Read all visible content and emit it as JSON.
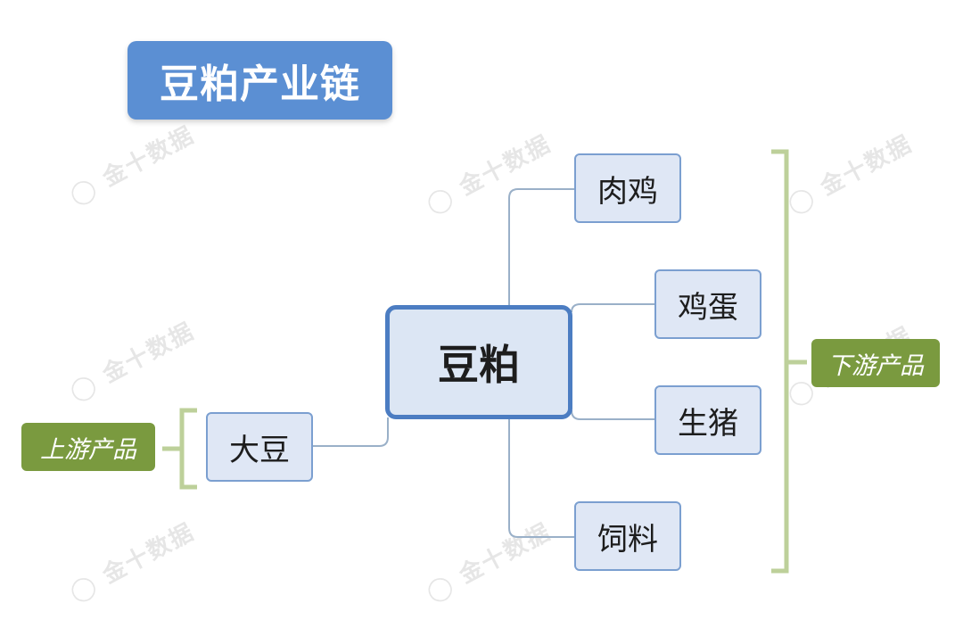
{
  "title": "豆粕产业链",
  "center": "豆粕",
  "upstream": {
    "label": "上游产品",
    "items": [
      "大豆"
    ]
  },
  "downstream": {
    "label": "下游产品",
    "items": [
      "肉鸡",
      "鸡蛋",
      "生猪",
      "饲料"
    ]
  },
  "watermark": "金十数据",
  "colors": {
    "title_bg": "#5b8fd3",
    "node_fill": "#dfe7f5",
    "node_border": "#7b9fd0",
    "tag_bg": "#7a9a3f",
    "bracket": "#bdd09a",
    "connector": "#9ab0c8"
  }
}
